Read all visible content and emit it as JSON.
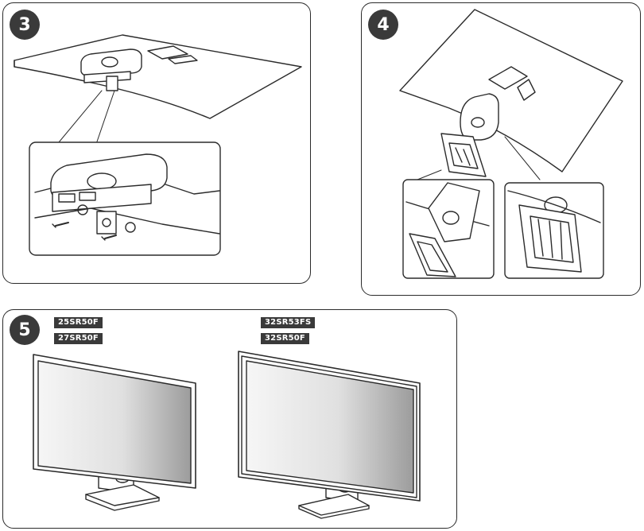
{
  "steps": {
    "step3": {
      "number": "3"
    },
    "step4": {
      "number": "4"
    },
    "step5": {
      "number": "5",
      "left_models": [
        "25SR50F",
        "27SR50F"
      ],
      "right_models": [
        "32SR53FS",
        "32SR50F"
      ]
    }
  },
  "colors": {
    "outline": "#2b2b2b",
    "badge": "#3a3a3a",
    "screen_light": "#f4f4f4",
    "screen_dark": "#9a9a9a"
  },
  "icons": {
    "screw": "screw-icon"
  }
}
